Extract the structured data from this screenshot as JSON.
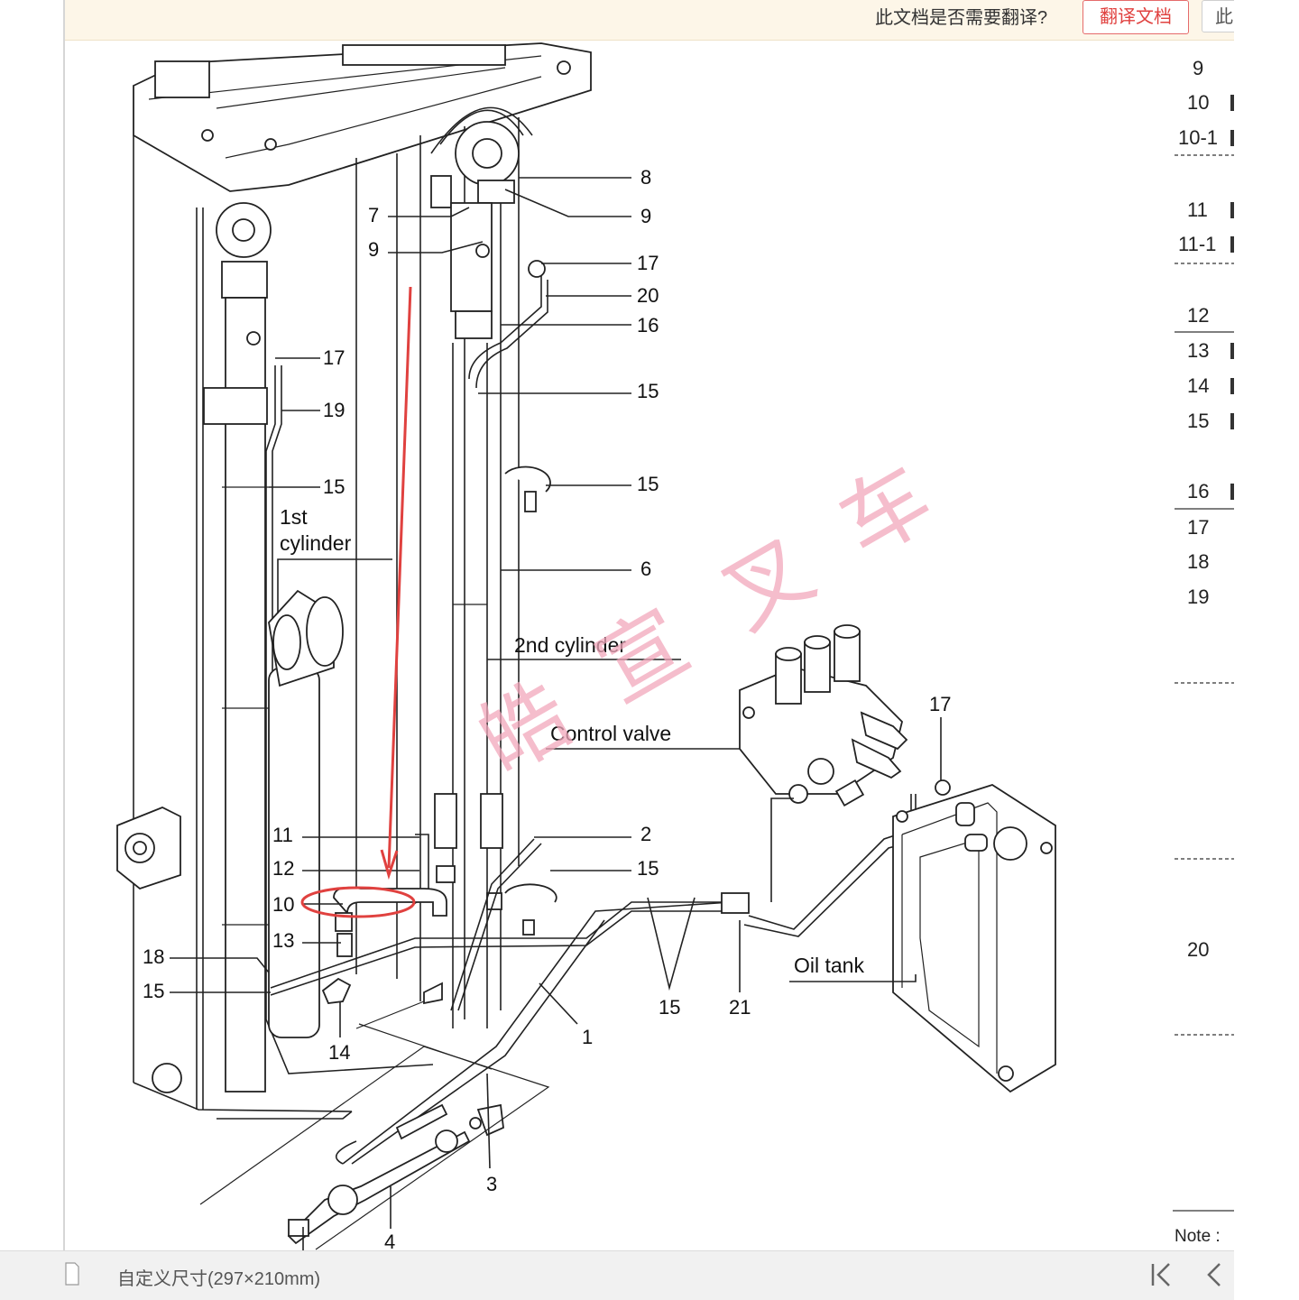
{
  "translate_bar": {
    "prompt": "此文档是否需要翻译?",
    "translate_button": "翻译文档",
    "second_button": "此"
  },
  "status_bar": {
    "page_size": "自定义尺寸(297×210mm)",
    "first_icon": "first-page-icon",
    "prev_icon": "previous-page-icon"
  },
  "watermark": [
    "皓",
    "宣",
    "叉",
    "车"
  ],
  "diagram": {
    "labels": {
      "first_cylinder_line1": "1st",
      "first_cylinder_line2": "cylinder",
      "second_cylinder": "2nd cylinder",
      "control_valve": "Control valve",
      "oil_tank": "Oil tank",
      "n8": "8",
      "n9a": "9",
      "n9b": "9",
      "n7": "7",
      "n17a": "17",
      "n20": "20",
      "n16": "16",
      "n15a": "15",
      "n15b": "15",
      "n6": "6",
      "n17b": "17",
      "n19": "19",
      "n15c": "15",
      "n11": "11",
      "n12": "12",
      "n10": "10",
      "n13": "13",
      "n18": "18",
      "n15d": "15",
      "n14": "14",
      "n2": "2",
      "n15e": "15",
      "n1": "1",
      "n15f": "15",
      "n21": "21",
      "n3": "3",
      "n4": "4",
      "n17c": "17"
    }
  },
  "parts_table": {
    "rows": [
      "9",
      "10",
      "10-1",
      "11",
      "11-1",
      "12",
      "13",
      "14",
      "15",
      "16",
      "17",
      "18",
      "19",
      "20"
    ],
    "note": "Note :"
  },
  "colors": {
    "annotation": "#e0413f",
    "watermark": "#f2a8bc",
    "accent_button": "#e0413f"
  }
}
